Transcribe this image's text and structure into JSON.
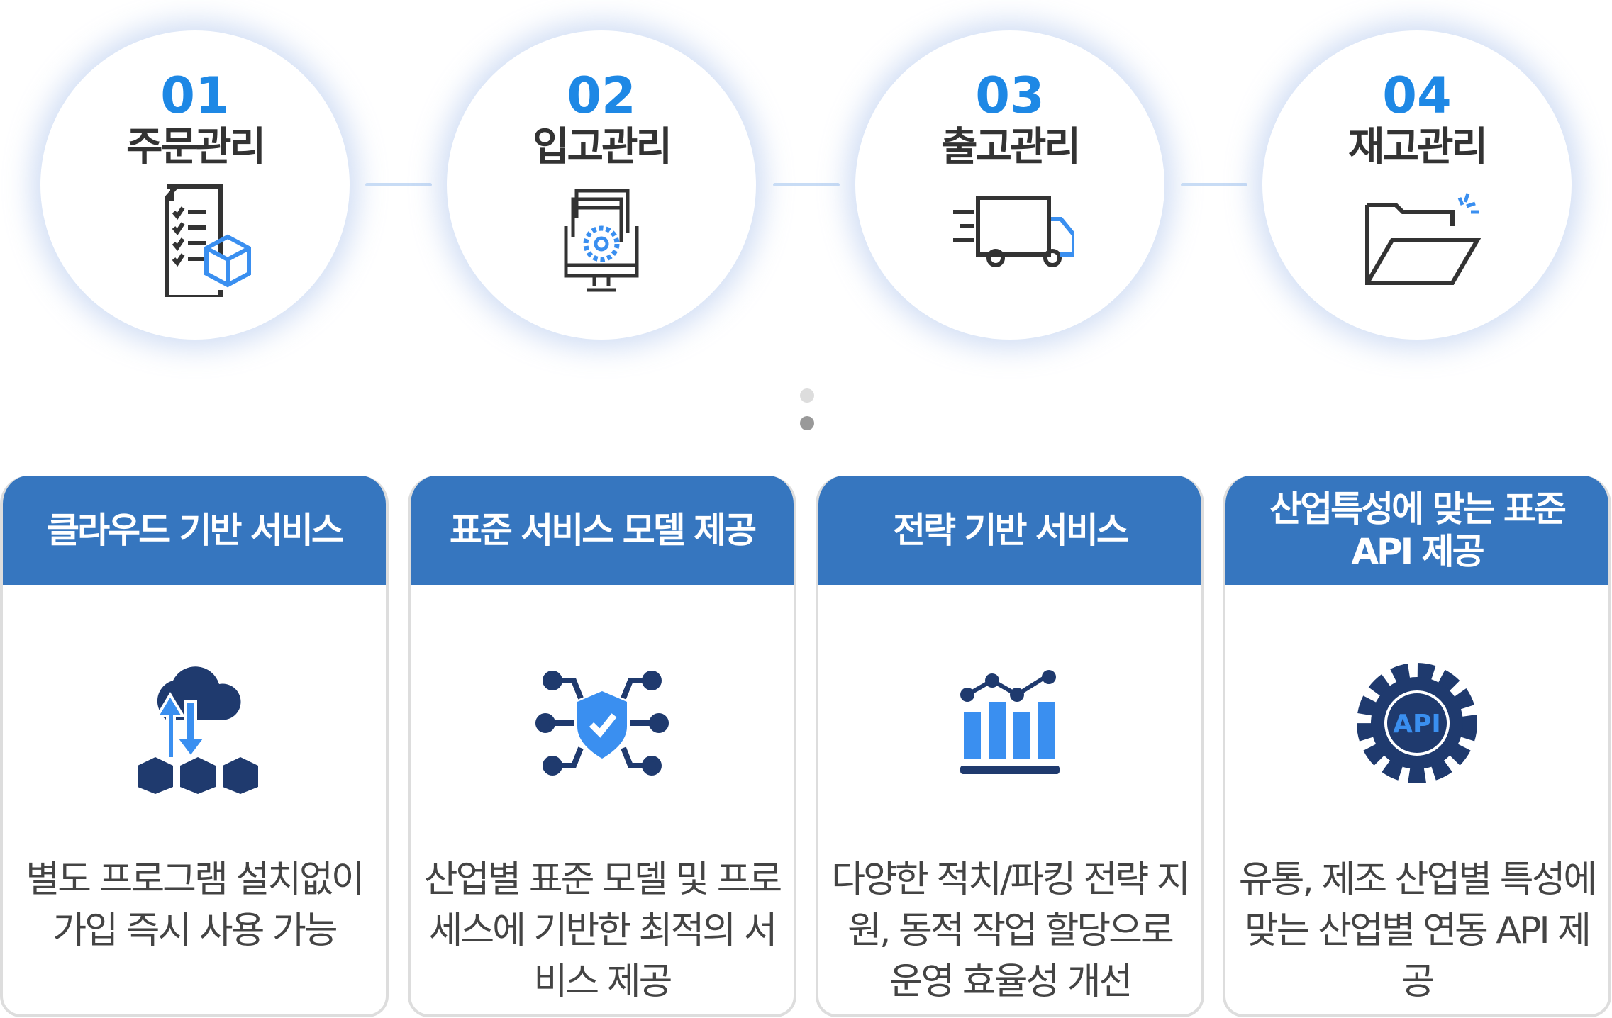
{
  "steps": [
    {
      "num": "01",
      "title": "주문관리",
      "icon": "order-checklist-icon"
    },
    {
      "num": "02",
      "title": "입고관리",
      "icon": "monitor-gear-icon"
    },
    {
      "num": "03",
      "title": "출고관리",
      "icon": "delivery-truck-icon"
    },
    {
      "num": "04",
      "title": "재고관리",
      "icon": "open-folder-icon"
    }
  ],
  "cards": [
    {
      "title": "클라우드 기반 서비스",
      "body": "별도 프로그램 설치없이 가입 즉시 사용 가능",
      "icon": "cloud-sync-icon"
    },
    {
      "title": "표준 서비스 모델 제공",
      "body": "산업별 표준 모델 및 프로세스에 기반한 최적의 서비스 제공",
      "icon": "shield-network-icon"
    },
    {
      "title": "전략 기반 서비스",
      "body": "다양한 적치/파킹 전략 지원, 동적 작업 할당으로 운영 효율성 개선",
      "icon": "bar-chart-icon"
    },
    {
      "title": "산업특성에 맞는 표준 API 제공",
      "body": "유통, 제조 산업별 특성에 맞는 산업별 연동 API 제공",
      "icon": "api-gear-icon",
      "api_label": "API"
    }
  ],
  "colors": {
    "accent": "#1e88e5",
    "header": "#3676bf",
    "navy": "#1f3a6e",
    "blue": "#3a8ff0"
  }
}
